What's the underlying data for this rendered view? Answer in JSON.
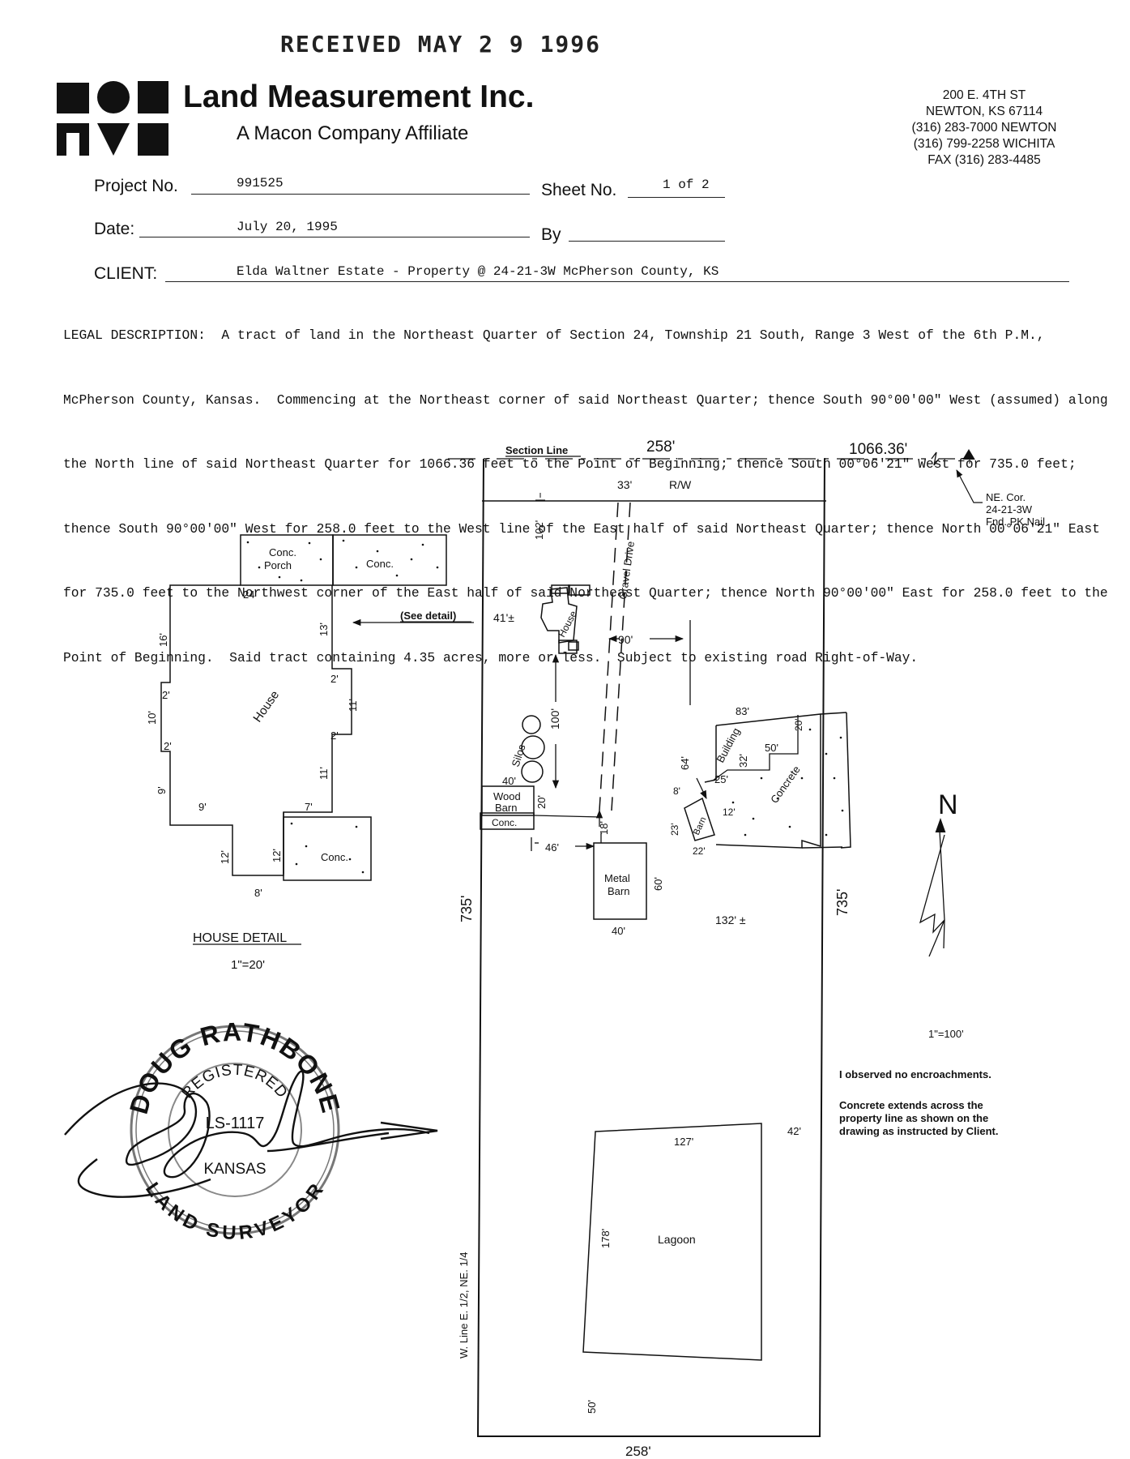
{
  "stamp": {
    "text": "RECEIVED MAY 2 9 1996"
  },
  "header": {
    "company_name": "Land Measurement Inc.",
    "affiliate": "A Macon Company Affiliate",
    "address_lines": [
      "200 E. 4TH ST",
      "NEWTON, KS 67114",
      "(316) 283-7000 NEWTON",
      "(316) 799-2258 WICHITA",
      "FAX (316) 283-4485"
    ]
  },
  "form": {
    "project_label": "Project No.",
    "project_value": "991525",
    "sheet_label": "Sheet No.",
    "sheet_value": "1 of 2",
    "date_label": "Date:",
    "date_value": "July 20, 1995",
    "by_label": "By",
    "by_value": "",
    "client_label": "CLIENT:",
    "client_value": "Elda Waltner Estate - Property @ 24-21-3W  McPherson County, KS"
  },
  "legal": {
    "lines": [
      "LEGAL DESCRIPTION:  A tract of land in the Northeast Quarter of Section 24, Township 21 South, Range 3 West of the 6th P.M.,",
      "McPherson County, Kansas.  Commencing at the Northeast corner of said Northeast Quarter; thence South 90°00'00\" West (assumed) along",
      "the North line of said Northeast Quarter for 1066.36 feet to the Point of Beginning; thence South 00°06'21\" West for 735.0 feet;",
      "thence South 90°00'00\" West for 258.0 feet to the West line of the East half of said Northeast Quarter; thence North 00°06'21\" East",
      "for 735.0 feet to the Northwest corner of the East half of said Northeast Quarter; thence North 90°00'00\" East for 258.0 feet to the",
      "Point of Beginning.  Said tract containing 4.35 acres, more or less.  Subject to existing road Right-of-Way."
    ]
  },
  "site_plan": {
    "section_line": "Section Line",
    "top_dim": "258'",
    "east_dim": "1066.36'",
    "ne_corner": [
      "NE. Cor.",
      "24-21-3W",
      "Fnd. PK Nail"
    ],
    "row_dim": "33'",
    "row_label": "R/W",
    "setback_102": "102'",
    "gravel_drive": "Gravel Drive",
    "see_detail": "(See detail)",
    "dim_41": "41'±",
    "house": "House",
    "dim_90": "90'",
    "dim_100": "100'",
    "silos": "Silos",
    "dim_40a": "40'",
    "wood_barn": [
      "Wood",
      "Barn"
    ],
    "conc": "Conc.",
    "dim_20": "20'",
    "dim_18": "18'",
    "dim_46": "46'",
    "metal_barn": [
      "Metal",
      "Barn"
    ],
    "dim_60": "60'",
    "dim_40b": "40'",
    "dim_83": "83'",
    "building": "Building",
    "dim_20b": "20'",
    "dim_50": "50'",
    "dim_64": "64'",
    "dim_32": "32'",
    "dim_25": "25'",
    "concrete": "Concrete",
    "dim_8": "8'",
    "dim_12": "12'",
    "dim_23": "23'",
    "barn": "Barn",
    "dim_22": "22'",
    "dim_132": "132' ±",
    "west_dim": "735'",
    "east_side_dim": "735'",
    "west_line": "W. Line E. 1/2, NE. 1/4",
    "lagoon": "Lagoon",
    "dim_127": "127'",
    "dim_42": "42'",
    "dim_178": "178'",
    "dim_50b": "50'",
    "bottom_dim": "258'",
    "north": "N",
    "scale": "1\"=100'"
  },
  "house_detail": {
    "conc_a": "Conc.",
    "porch": "Porch",
    "conc_b": "Conc.",
    "dim_24": "24'",
    "dim_13": "13'",
    "dim_16": "16'",
    "dim_2a": "2'",
    "dim_11a": "11'",
    "dim_10": "10'",
    "house": "House",
    "dim_2b": "2'",
    "dim_2c": "2'",
    "dim_9a": "9'",
    "dim_11b": "11'",
    "dim_9b": "9'",
    "dim_7": "7'",
    "dim_12a": "12'",
    "dim_12b": "12'",
    "conc_c": "Conc.",
    "dim_8": "8'",
    "title": "HOUSE DETAIL",
    "scale": "1\"=20'"
  },
  "seal": {
    "name": "DOUG RATHBONE",
    "registered": "REGISTERED",
    "license": "LS-1117",
    "state": "KANSAS",
    "bottom": "LAND SURVEYOR"
  },
  "notes": {
    "encroachments": "I observed no encroachments.",
    "concrete_note": "Concrete extends across the property line as shown on the drawing as instructed by Client."
  }
}
